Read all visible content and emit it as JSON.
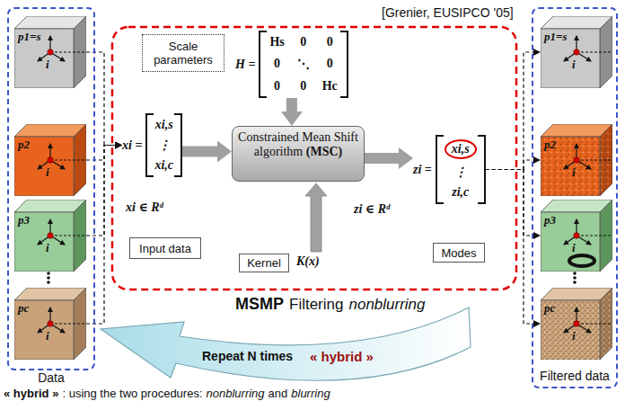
{
  "diagram": {
    "nodes": [
      {
        "text": [
          "Data"
        ]
      },
      {
        "text": [
          "p1=s",
          "i"
        ],
        "in": 0
      },
      {
        "text": [
          "p2",
          "i"
        ],
        "in": 0
      },
      {
        "text": [
          "p3",
          "i"
        ],
        "in": 0
      },
      {
        "text": [
          "pc",
          "i"
        ],
        "in": 0
      },
      {
        "text": [
          "Scale parameters"
        ]
      },
      {
        "text": [
          "H =",
          "Hs",
          "0",
          "0",
          "0",
          "⋱",
          "0",
          "0",
          "0",
          "Hc"
        ]
      },
      {
        "text": [
          "xi =",
          "xi,s",
          "⋮",
          "xi,c"
        ]
      },
      {
        "text": [
          "Constrained Mean Shift algorithm",
          "(MSC)"
        ]
      },
      {
        "text": [
          "zi =",
          "xi,s",
          "⋮",
          "zi,c"
        ]
      },
      {
        "text": [
          "Input data"
        ]
      },
      {
        "text": [
          "Kernel"
        ]
      },
      {
        "text": [
          "Modes"
        ]
      },
      {
        "text": [
          "Filtered data"
        ]
      },
      {
        "text": [
          "p1=s",
          "i"
        ],
        "in": 13
      },
      {
        "text": [
          "p2",
          "i"
        ],
        "in": 13
      },
      {
        "text": [
          "p3",
          "i"
        ],
        "in": 13
      },
      {
        "text": [
          "pc",
          "i"
        ],
        "in": 13
      }
    ],
    "edges": [
      {
        "from": 1,
        "to": 7,
        "arrow": "to"
      },
      {
        "from": 2,
        "to": 7,
        "arrow": "to"
      },
      {
        "from": 3,
        "to": 7,
        "arrow": "to"
      },
      {
        "from": 4,
        "to": 7,
        "arrow": "to"
      },
      {
        "from": 6,
        "to": 8,
        "arrow": "to"
      },
      {
        "from": 7,
        "to": 8,
        "arrow": "to"
      },
      {
        "from": 8,
        "to": 9,
        "arrow": "to"
      },
      {
        "from": 9,
        "to": 14,
        "arrow": "to"
      },
      {
        "from": 9,
        "to": 15,
        "arrow": "to"
      },
      {
        "from": 9,
        "to": 16,
        "arrow": "to"
      },
      {
        "from": 9,
        "to": 17,
        "arrow": "to"
      }
    ],
    "labels": [
      "[Grenier, EUSIPCO '05]",
      "xi ∈ Rᵈ",
      "K(x)",
      "zi ∈ Rᵈ",
      "MSMP",
      "Filtering",
      "nonblurring",
      "« hybrid »",
      "Repeat N times",
      "« hybrid »",
      ": using the two procedures:",
      "nonblurring",
      "and",
      "blurring"
    ]
  }
}
